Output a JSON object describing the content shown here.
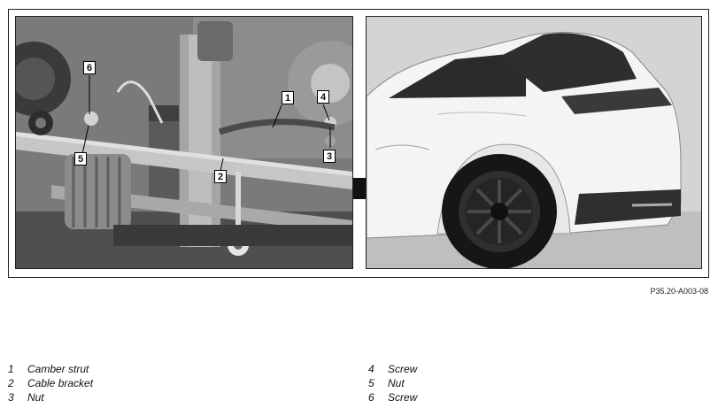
{
  "figure": {
    "code": "P35.20-A003-08",
    "callouts": [
      "1",
      "2",
      "3",
      "4",
      "5",
      "6"
    ]
  },
  "legend": {
    "left": [
      {
        "num": "1",
        "text": "Camber strut"
      },
      {
        "num": "2",
        "text": "Cable bracket"
      },
      {
        "num": "3",
        "text": "Nut"
      }
    ],
    "right": [
      {
        "num": "4",
        "text": "Screw"
      },
      {
        "num": "5",
        "text": "Nut"
      },
      {
        "num": "6",
        "text": "Screw"
      }
    ]
  }
}
